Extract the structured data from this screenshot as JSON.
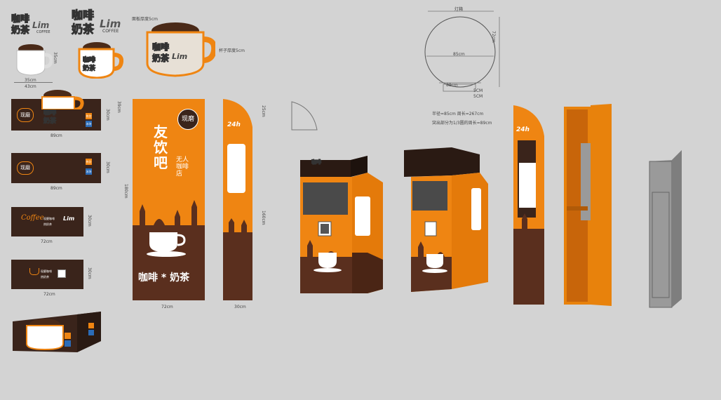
{
  "colors": {
    "background": "#d3d3d3",
    "orange": "#ef8512",
    "brown": "#3a241b",
    "door_orange": "#e8820c",
    "gray_cabinet": "#9a9a9a"
  },
  "logo": {
    "line1": "咖啡",
    "line2": "奶茶",
    "brand": "Lim",
    "coffee": "COFFEE"
  },
  "top_notes": {
    "face_thickness": "面板厚度5cm",
    "cup_thickness": "杯子厚度5cm"
  },
  "small_sign": {
    "height": "35cm",
    "inner_width": "35cm",
    "outer_width": "43cm"
  },
  "panels": [
    {
      "label": "现磨",
      "width": "89cm",
      "height": "30cm",
      "outer_height": "39cm",
      "hot": "热饮",
      "cold": "冰块"
    },
    {
      "label": "现磨",
      "width": "89cm",
      "height": "30cm",
      "hot": "热饮",
      "cold": "冰块"
    },
    {
      "script": "Coffee",
      "line_a": "现磨咖啡",
      "line_b": "热奶茶",
      "width": "72cm",
      "height": "30cm"
    },
    {
      "line_a": "现磨咖啡",
      "line_b": "热奶茶",
      "width": "72cm",
      "height": "30cm"
    }
  ],
  "tall_banner": {
    "badge": "现磨",
    "title": "友饮吧",
    "subtitle": "无人咖啡店",
    "bottom": "咖啡 * 奶茶",
    "width": "72cm",
    "height": "180cm"
  },
  "side_panel": {
    "badge": "24h",
    "width": "30cm",
    "height": "160cm",
    "top": "25cm"
  },
  "circle_sign": {
    "title": "灯箱",
    "diameter": "85cm",
    "height": "72cm",
    "base": "89cm",
    "sizes": [
      "5CM",
      "5CM"
    ]
  },
  "notes": {
    "line1": "半径=85cm  周长=267cm",
    "line2": "突出部分为1/3圆的周长=89cm"
  },
  "side_badge": "24h"
}
